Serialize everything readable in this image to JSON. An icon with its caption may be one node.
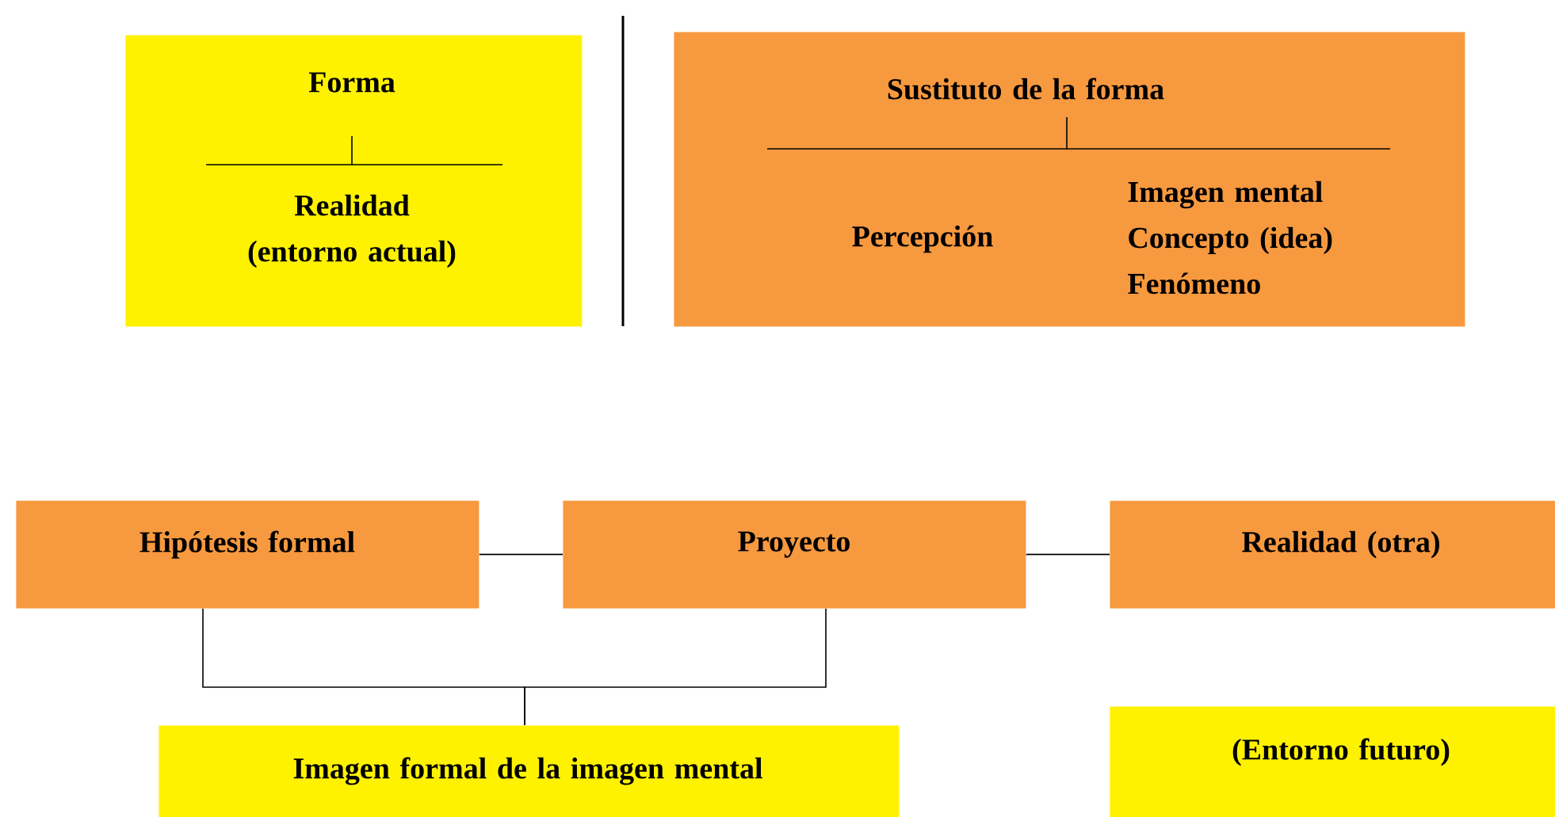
{
  "diagram": {
    "nodes": [
      {
        "text": [
          "Forma",
          "Realidad (entorno actual)"
        ]
      },
      {
        "text": [
          "Sustituto de la forma",
          "Percepción",
          "Imagen mental Concepto (idea) Fenómeno"
        ]
      },
      {
        "text": [
          "Hipótesis formal"
        ]
      },
      {
        "text": [
          "Proyecto"
        ]
      },
      {
        "text": [
          "Realidad (otra)"
        ]
      },
      {
        "text": [
          "Imagen formal de la imagen mental"
        ]
      },
      {
        "text": [
          "(Entorno futuro)"
        ]
      }
    ],
    "edges": [
      {
        "from": 2,
        "to": 3,
        "arrow": "none"
      },
      {
        "from": 3,
        "to": 4,
        "arrow": "none"
      },
      {
        "from": 2,
        "to": 5,
        "arrow": "none"
      },
      {
        "from": 3,
        "to": 5,
        "arrow": "none"
      }
    ]
  }
}
